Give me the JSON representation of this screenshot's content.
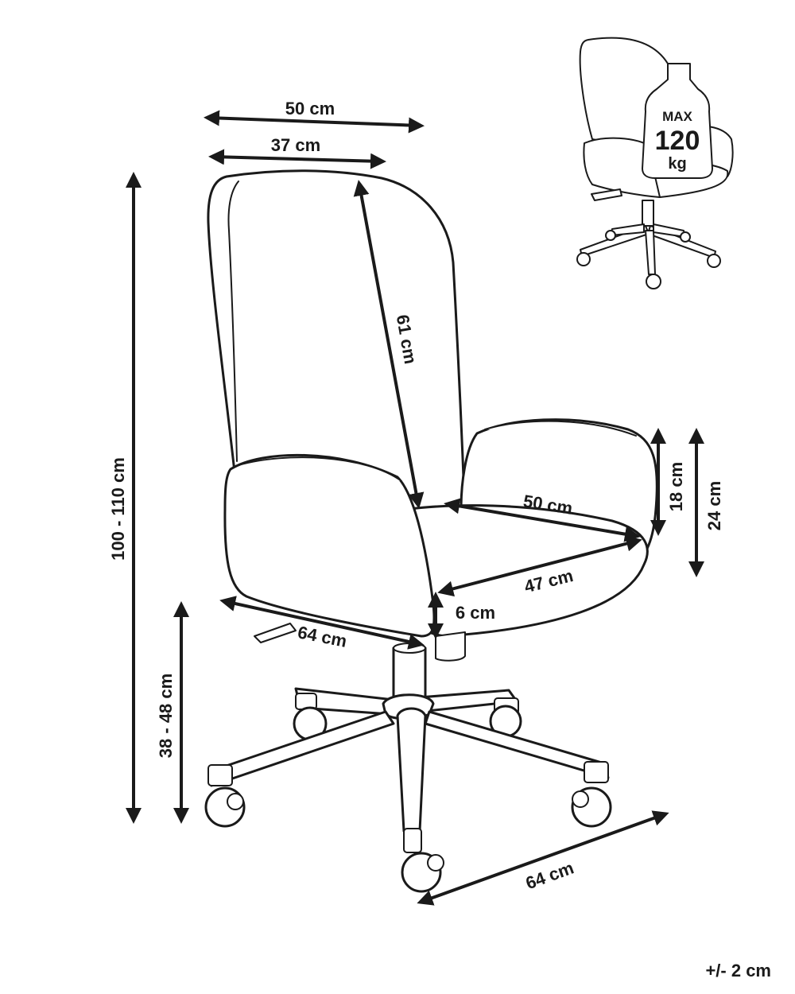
{
  "dimensions": {
    "top_width_outer": "50 cm",
    "top_width_inner": "37 cm",
    "backrest_height": "61 cm",
    "total_height": "100 - 110 cm",
    "armrest_height_inner": "18 cm",
    "armrest_height_outer": "24 cm",
    "seat_width_back": "50 cm",
    "seat_depth": "47 cm",
    "seat_thickness": "6 cm",
    "overall_depth": "64 cm",
    "seat_height": "38 - 48 cm",
    "base_width": "64 cm"
  },
  "weight_badge": {
    "prefix": "MAX",
    "value": "120",
    "unit": "kg"
  },
  "tolerance": "+/- 2 cm",
  "colors": {
    "line": "#1a1a1a",
    "fill": "#ffffff"
  }
}
